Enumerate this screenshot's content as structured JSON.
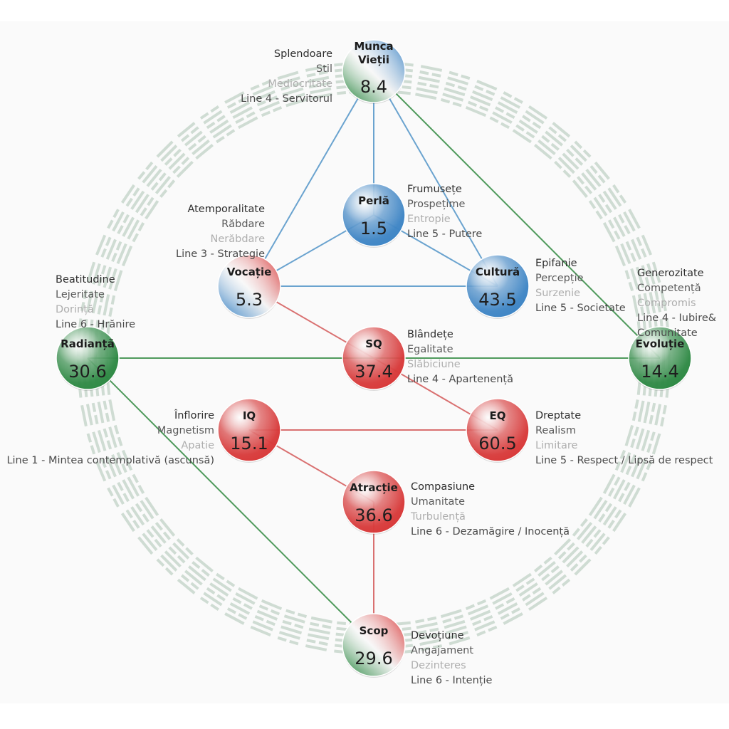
{
  "colors": {
    "blue": "#3f86c6",
    "red": "#d93a3a",
    "green": "#2f8a45",
    "line_blue": "#6aa3cf",
    "line_red": "#d97070",
    "line_green": "#4f9a5c",
    "hexagram": "#cfdcd3"
  },
  "nodes": [
    {
      "id": "munca",
      "title": "Munca\nVieții",
      "value": "8.4",
      "fill": [
        "green",
        "blue"
      ],
      "labels": [
        "Splendoare",
        "Stil",
        "Mediocritate",
        "Line 4 - Servitorul"
      ]
    },
    {
      "id": "perla",
      "title": "Perlă",
      "value": "1.5",
      "fill": [
        "blue"
      ],
      "labels": [
        "Frumusețe",
        "Prospețime",
        "Entropie",
        "Line 5 - Putere"
      ]
    },
    {
      "id": "vocatie",
      "title": "Vocație",
      "value": "5.3",
      "fill": [
        "blue",
        "red"
      ],
      "labels": [
        "Atemporalitate",
        "Răbdare",
        "Nerăbdare",
        "Line 3 - Strategie"
      ]
    },
    {
      "id": "cultura",
      "title": "Cultură",
      "value": "43.5",
      "fill": [
        "blue"
      ],
      "labels": [
        "Epifanie",
        "Percepție",
        "Surzenie",
        "Line 5 - Societate"
      ]
    },
    {
      "id": "radianta",
      "title": "Radianță",
      "value": "30.6",
      "fill": [
        "green"
      ],
      "labels": [
        "Beatitudine",
        "Lejeritate",
        "Dorință",
        "Line 6 - Hrănire"
      ]
    },
    {
      "id": "sq",
      "title": "SQ",
      "value": "37.4",
      "fill": [
        "red"
      ],
      "labels": [
        "Blândețe",
        "Egalitate",
        "Slăbiciune",
        "Line 4 - Apartenență"
      ]
    },
    {
      "id": "evolutie",
      "title": "Evoluție",
      "value": "14.4",
      "fill": [
        "green"
      ],
      "labels": [
        "Generozitate",
        "Competență",
        "Compromis",
        "Line 4 - Iubire&",
        "Comunitate"
      ]
    },
    {
      "id": "iq",
      "title": "IQ",
      "value": "15.1",
      "fill": [
        "red"
      ],
      "labels": [
        "Înflorire",
        "Magnetism",
        "Apatie",
        "Line 1 - Mintea contemplativă (ascunsă)"
      ]
    },
    {
      "id": "eq",
      "title": "EQ",
      "value": "60.5",
      "fill": [
        "red"
      ],
      "labels": [
        "Dreptate",
        "Realism",
        "Limitare",
        "Line 5 - Respect / Lipsă de respect"
      ]
    },
    {
      "id": "atractie",
      "title": "Atracție",
      "value": "36.6",
      "fill": [
        "red"
      ],
      "labels": [
        "Compasiune",
        "Umanitate",
        "Turbulență",
        "Line 6 - Dezamăgire / Inocență"
      ]
    },
    {
      "id": "scop",
      "title": "Scop",
      "value": "29.6",
      "fill": [
        "green",
        "red"
      ],
      "labels": [
        "Devoțiune",
        "Angajament",
        "Dezinteres",
        "Line 6 - Intenție"
      ]
    }
  ],
  "edges": [
    [
      "munca",
      "vocatie",
      "blue"
    ],
    [
      "munca",
      "perla",
      "blue"
    ],
    [
      "munca",
      "cultura",
      "blue"
    ],
    [
      "munca",
      "evolutie",
      "green"
    ],
    [
      "perla",
      "vocatie",
      "blue"
    ],
    [
      "perla",
      "cultura",
      "blue"
    ],
    [
      "vocatie",
      "cultura",
      "blue"
    ],
    [
      "vocatie",
      "sq",
      "red"
    ],
    [
      "radianta",
      "evolutie",
      "green"
    ],
    [
      "sq",
      "eq",
      "red"
    ],
    [
      "iq",
      "eq",
      "red"
    ],
    [
      "iq",
      "atractie",
      "red"
    ],
    [
      "atractie",
      "scop",
      "red"
    ],
    [
      "radianta",
      "scop",
      "green"
    ]
  ]
}
